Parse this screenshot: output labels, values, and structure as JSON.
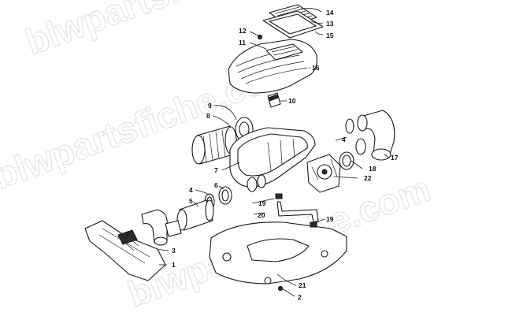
{
  "watermark": "blwpartsfiche.com",
  "callouts": {
    "c1": "1",
    "c2": "2",
    "c3": "3",
    "c4a": "4",
    "c4b": "4",
    "c5": "5",
    "c6": "6",
    "c7": "7",
    "c8": "8",
    "c9": "9",
    "c10": "10",
    "c11": "11",
    "c12": "12",
    "c13": "13",
    "c14": "14",
    "c15": "15",
    "c16": "16",
    "c17": "17",
    "c18": "18",
    "c19a": "19",
    "c19b": "19",
    "c20": "20",
    "c21": "21",
    "c22": "22"
  },
  "colors": {
    "line": "#1a1a1a",
    "watermark": "#e4e4e4",
    "background": "#ffffff"
  }
}
